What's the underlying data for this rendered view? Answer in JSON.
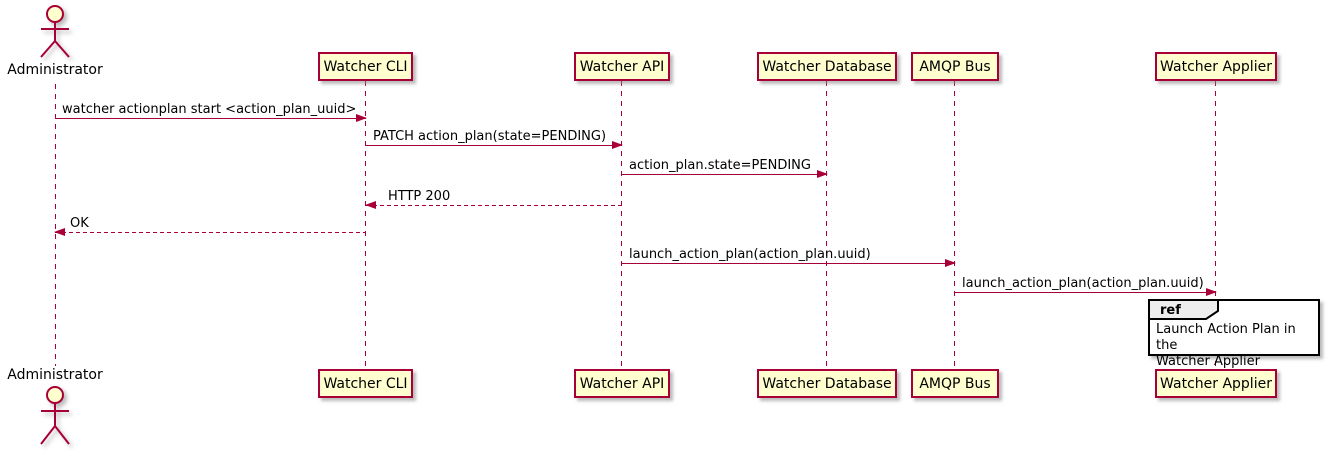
{
  "diagram": {
    "type": "sequence-diagram",
    "actor": {
      "name": "Administrator"
    },
    "participants": [
      {
        "label": "Watcher CLI"
      },
      {
        "label": "Watcher API"
      },
      {
        "label": "Watcher Database"
      },
      {
        "label": "AMQP Bus"
      },
      {
        "label": "Watcher Applier"
      }
    ],
    "messages": [
      {
        "from": "Administrator",
        "to": "Watcher CLI",
        "label": "watcher actionplan start <action_plan_uuid>",
        "line": "solid",
        "direction": "right"
      },
      {
        "from": "Watcher CLI",
        "to": "Watcher API",
        "label": "PATCH action_plan(state=PENDING)",
        "line": "solid",
        "direction": "right"
      },
      {
        "from": "Watcher API",
        "to": "Watcher Database",
        "label": "action_plan.state=PENDING",
        "line": "solid",
        "direction": "right"
      },
      {
        "from": "Watcher API",
        "to": "Watcher CLI",
        "label": "HTTP 200",
        "line": "dashed",
        "direction": "left"
      },
      {
        "from": "Watcher CLI",
        "to": "Administrator",
        "label": "OK",
        "line": "dashed",
        "direction": "left"
      },
      {
        "from": "Watcher API",
        "to": "AMQP Bus",
        "label": "launch_action_plan(action_plan.uuid)",
        "line": "solid",
        "direction": "right"
      },
      {
        "from": "AMQP Bus",
        "to": "Watcher Applier",
        "label": "launch_action_plan(action_plan.uuid)",
        "line": "solid",
        "direction": "right"
      }
    ],
    "ref": {
      "keyword": "ref",
      "over": "Watcher Applier",
      "lines": [
        "Launch Action Plan in the",
        "Watcher Applier"
      ]
    },
    "colors": {
      "line": "#A80036",
      "participant_fill": "#FEFECE",
      "participant_border": "#A80036",
      "actor_head_fill": "#FEFECE",
      "ref_header_fill": "#EEEEEE",
      "ref_border": "#000000",
      "text": "#000000",
      "background": "#FFFFFF"
    }
  }
}
